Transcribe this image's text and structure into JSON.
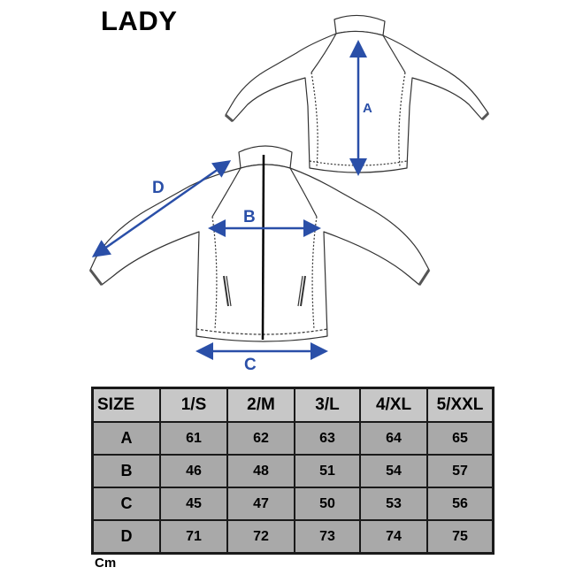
{
  "title": "LADY",
  "dimension_labels": {
    "a": "A",
    "b": "B",
    "c": "C",
    "d": "D"
  },
  "table": {
    "header": [
      "SIZE",
      "1/S",
      "2/M",
      "3/L",
      "4/XL",
      "5/XXL"
    ],
    "rows": [
      {
        "label": "A",
        "values": [
          "61",
          "62",
          "63",
          "64",
          "65"
        ]
      },
      {
        "label": "B",
        "values": [
          "46",
          "48",
          "51",
          "54",
          "57"
        ]
      },
      {
        "label": "C",
        "values": [
          "45",
          "47",
          "50",
          "53",
          "56"
        ]
      },
      {
        "label": "D",
        "values": [
          "71",
          "72",
          "73",
          "74",
          "75"
        ]
      }
    ]
  },
  "unit": "Cm",
  "colors": {
    "arrow": "#2a4fa8",
    "table_cell": "#a9a9a9",
    "table_header": "#c7c7c7"
  }
}
